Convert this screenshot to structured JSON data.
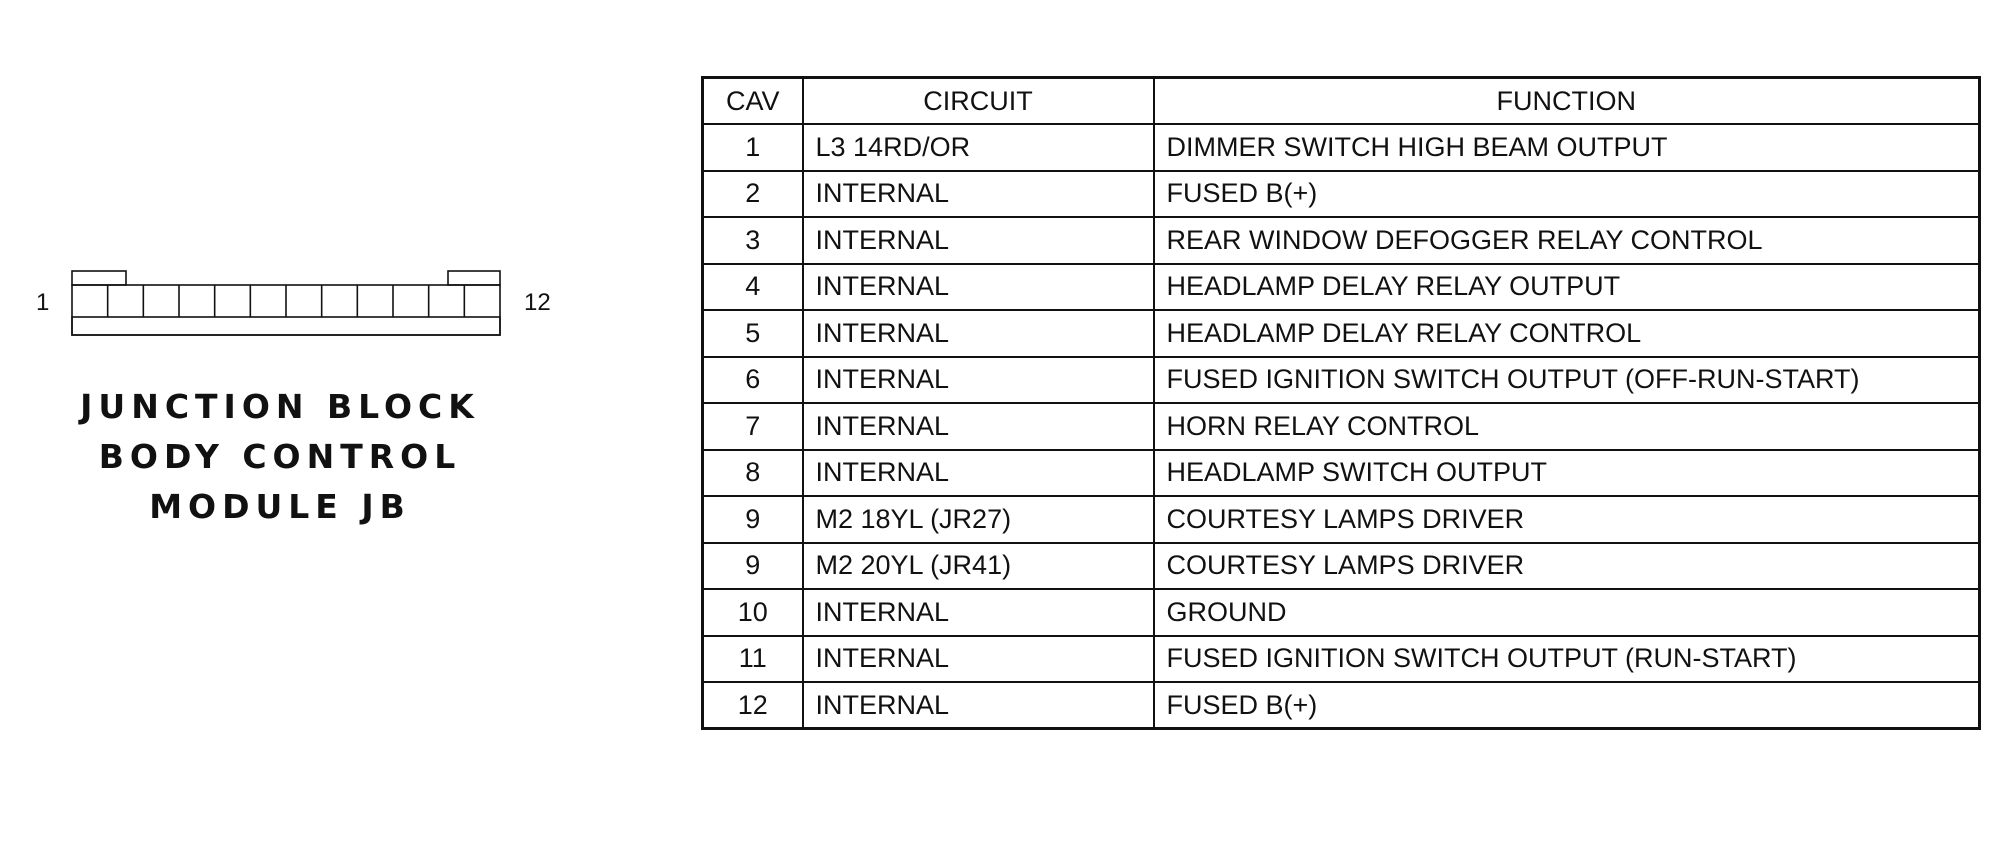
{
  "connector": {
    "pin_first_label": "1",
    "pin_last_label": "12",
    "cavity_count": 12,
    "title_lines": [
      "JUNCTION BLOCK",
      "BODY CONTROL",
      "MODULE JB"
    ]
  },
  "table": {
    "headers": {
      "cav": "CAV",
      "circuit": "CIRCUIT",
      "function": "FUNCTION"
    },
    "rows": [
      {
        "cav": "1",
        "circuit": "L3 14RD/OR",
        "function": "DIMMER SWITCH HIGH BEAM OUTPUT"
      },
      {
        "cav": "2",
        "circuit": "INTERNAL",
        "function": "FUSED B(+)"
      },
      {
        "cav": "3",
        "circuit": "INTERNAL",
        "function": "REAR WINDOW DEFOGGER RELAY CONTROL"
      },
      {
        "cav": "4",
        "circuit": "INTERNAL",
        "function": "HEADLAMP DELAY RELAY OUTPUT"
      },
      {
        "cav": "5",
        "circuit": "INTERNAL",
        "function": "HEADLAMP DELAY RELAY CONTROL"
      },
      {
        "cav": "6",
        "circuit": "INTERNAL",
        "function": "FUSED IGNITION SWITCH OUTPUT (OFF-RUN-START)"
      },
      {
        "cav": "7",
        "circuit": "INTERNAL",
        "function": "HORN RELAY CONTROL"
      },
      {
        "cav": "8",
        "circuit": "INTERNAL",
        "function": "HEADLAMP SWITCH OUTPUT"
      },
      {
        "cav": "9",
        "circuit": "M2 18YL (JR27)",
        "function": "COURTESY LAMPS DRIVER"
      },
      {
        "cav": "9",
        "circuit": "M2 20YL (JR41)",
        "function": "COURTESY LAMPS DRIVER"
      },
      {
        "cav": "10",
        "circuit": "INTERNAL",
        "function": "GROUND"
      },
      {
        "cav": "11",
        "circuit": "INTERNAL",
        "function": "FUSED IGNITION SWITCH OUTPUT (RUN-START)"
      },
      {
        "cav": "12",
        "circuit": "INTERNAL",
        "function": "FUSED B(+)"
      }
    ]
  }
}
